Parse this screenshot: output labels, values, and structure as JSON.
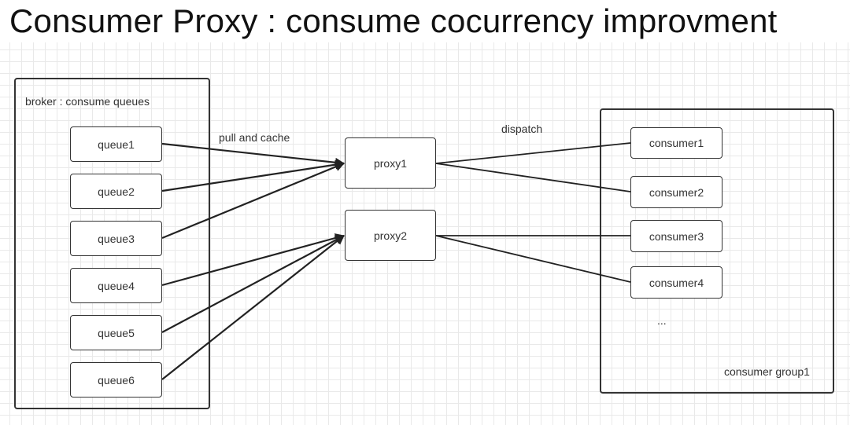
{
  "title": "Consumer Proxy : consume cocurrency improvment",
  "broker": {
    "label": "broker : consume queues",
    "queues": [
      "queue1",
      "queue2",
      "queue3",
      "queue4",
      "queue5",
      "queue6"
    ]
  },
  "proxies": [
    "proxy1",
    "proxy2"
  ],
  "consumer_group": {
    "label": "consumer group1",
    "consumers": [
      "consumer1",
      "consumer2",
      "consumer3",
      "consumer4"
    ],
    "ellipsis": "..."
  },
  "edge_labels": {
    "pull": "pull and cache",
    "dispatch": "dispatch"
  },
  "colors": {
    "line": "#333333",
    "grid": "#e9e9e9"
  }
}
